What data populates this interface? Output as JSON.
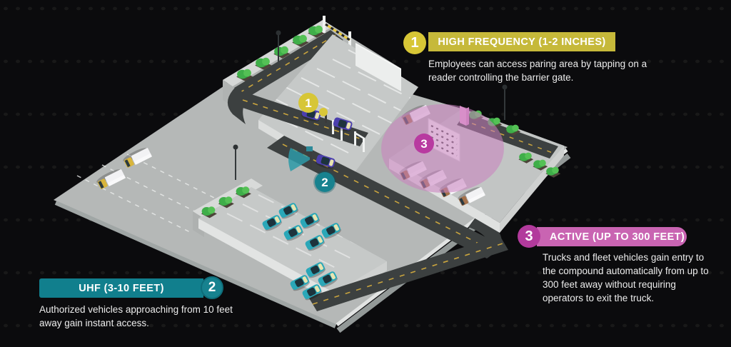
{
  "background_color": "#0b0b0d",
  "callouts": [
    {
      "number": "1",
      "title": "HIGH FREQUENCY (1-2 INCHES)",
      "description": "Employees can access paring area by tapping on a reader controlling the barrier gate.",
      "accent_color": "#c6b93a",
      "circle_color": "#d7c636"
    },
    {
      "number": "2",
      "title": "UHF (3-10 FEET)",
      "description": "Authorized vehicles approaching from 10 feet away gain instant access.",
      "accent_color": "#117f8d",
      "circle_color": "#17828f"
    },
    {
      "number": "3",
      "title": "ACTIVE (UP TO 300 FEET)",
      "description": "Trucks and fleet vehicles gain entry to the compound automatically from up to 300 feet away without requiring operators to exit the truck.",
      "accent_color": "#c964b2",
      "circle_color": "#b23a9c"
    }
  ],
  "scene": {
    "markers": {
      "m1": "1",
      "m2": "2",
      "m3": "3"
    },
    "colors": {
      "ground": "#b5b8b7",
      "road": "#3c4040",
      "road_dash": "#c9a43e",
      "parking_lot": "#c6c9c8",
      "bush_green": "#3fae49",
      "car_teal": "#2aa7b8",
      "car_purple": "#4b3fae",
      "truck_cab_yellow": "#d8b53c",
      "truck_cab_brown": "#a5714b",
      "rfid_zone_pink": "#cb7fc0"
    }
  }
}
